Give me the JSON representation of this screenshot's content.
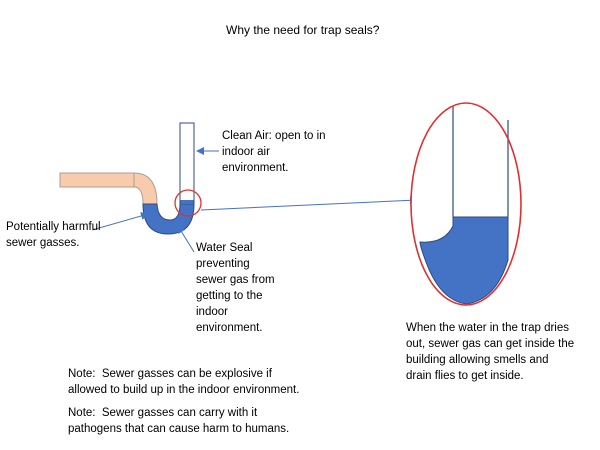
{
  "title": "Why the need for trap seals?",
  "labels": {
    "clean_air": "Clean Air: open to in\nindoor air\nenvironment.",
    "sewer_gasses": "Potentially harmful\nsewer gasses.",
    "water_seal": "Water Seal\npreventing\nsewer gas from\ngetting to the\nindoor\nenvironment.",
    "dry_trap": "When the water in the trap dries\nout, sewer gas can get inside the\nbuilding allowing smells and\ndrain flies to get inside."
  },
  "notes": {
    "note1": "Note:  Sewer gasses can be explosive if\nallowed to build up in the indoor environment.",
    "note2": "Note:  Sewer gasses can carry with it\npathogens that can cause harm to humans."
  },
  "colors": {
    "pipe_fill": "#f8cbad",
    "pipe_stroke": "#ad9d92",
    "water": "#4472c4",
    "arrow": "#4472c4",
    "highlight_circle": "#e03030",
    "outline": "#2f4b7c"
  }
}
